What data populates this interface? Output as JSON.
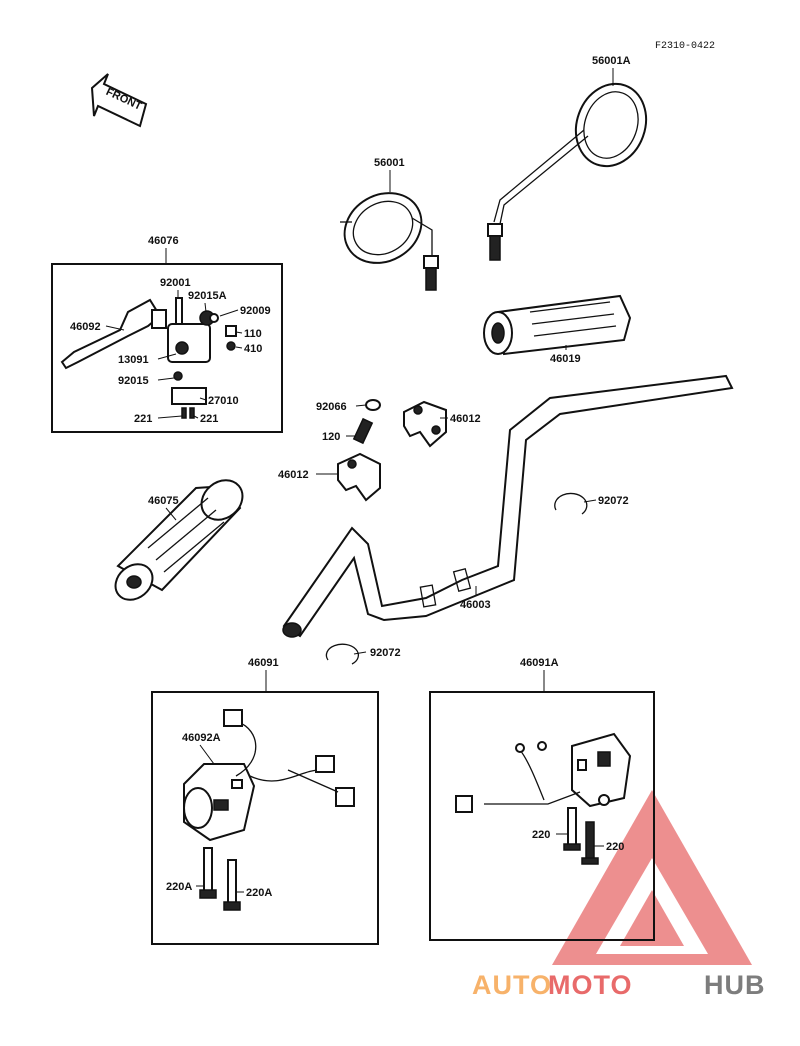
{
  "diagram_code": "F2310-0422",
  "front_label": "FRONT",
  "callouts": {
    "c56001A": "56001A",
    "c56001": "56001",
    "c46076": "46076",
    "c92001": "92001",
    "c92015A": "92015A",
    "c92009": "92009",
    "c46092": "46092",
    "c110": "110",
    "c13091": "13091",
    "c410": "410",
    "c92015": "92015",
    "c27010": "27010",
    "c221a": "221",
    "c221b": "221",
    "c46019": "46019",
    "c92066": "92066",
    "c46012a": "46012",
    "c120": "120",
    "c46012b": "46012",
    "c46075": "46075",
    "c92072a": "92072",
    "c46003": "46003",
    "c92072b": "92072",
    "c46091": "46091",
    "c46092A": "46092A",
    "c220Aa": "220A",
    "c220Ab": "220A",
    "c46091A": "46091A",
    "c220a": "220",
    "c220b": "220"
  },
  "watermark": {
    "part1": "AUTO",
    "part2": "MOTO",
    "part3": "HUB",
    "color_orange": "#f7b26a",
    "color_red": "#e86a6a",
    "color_grey": "#7d7d7d"
  }
}
